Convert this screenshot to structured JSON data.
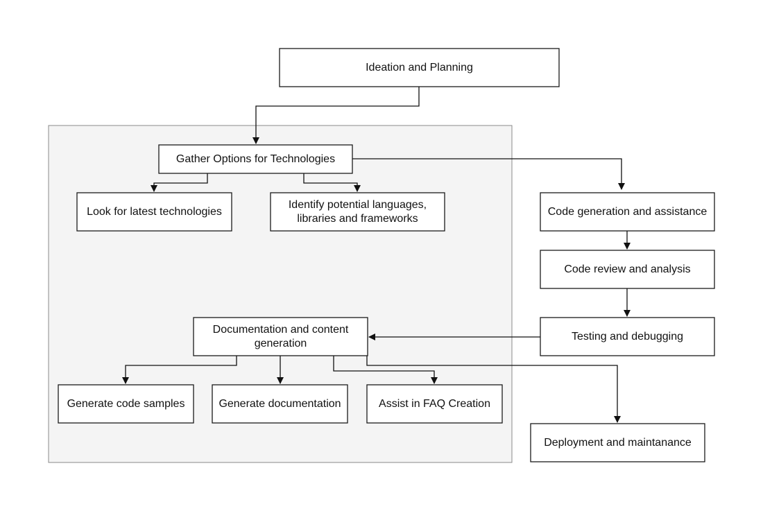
{
  "diagram": {
    "nodes": {
      "ideation": {
        "lines": [
          "Ideation and Planning"
        ]
      },
      "gather": {
        "lines": [
          "Gather Options for Technologies"
        ]
      },
      "latest": {
        "lines": [
          "Look for latest technologies"
        ]
      },
      "identify": {
        "lines": [
          "Identify potential languages,",
          "libraries and frameworks"
        ]
      },
      "codegen": {
        "lines": [
          "Code generation and assistance"
        ]
      },
      "review": {
        "lines": [
          "Code review and analysis"
        ]
      },
      "testing": {
        "lines": [
          "Testing and debugging"
        ]
      },
      "documentation": {
        "lines": [
          "Documentation and content",
          "generation"
        ]
      },
      "samples": {
        "lines": [
          "Generate code samples"
        ]
      },
      "gendoc": {
        "lines": [
          "Generate documentation"
        ]
      },
      "faq": {
        "lines": [
          "Assist in FAQ Creation"
        ]
      },
      "deploy": {
        "lines": [
          "Deployment and maintanance"
        ]
      }
    },
    "edges": [
      {
        "from": "ideation",
        "to": "gather"
      },
      {
        "from": "gather",
        "to": "latest"
      },
      {
        "from": "gather",
        "to": "identify"
      },
      {
        "from": "gather",
        "to": "codegen"
      },
      {
        "from": "codegen",
        "to": "review"
      },
      {
        "from": "review",
        "to": "testing"
      },
      {
        "from": "testing",
        "to": "documentation"
      },
      {
        "from": "documentation",
        "to": "samples"
      },
      {
        "from": "documentation",
        "to": "gendoc"
      },
      {
        "from": "documentation",
        "to": "faq"
      },
      {
        "from": "documentation",
        "to": "deploy"
      }
    ],
    "colors": {
      "panel_fill": "#f4f4f4",
      "panel_border": "#8a8a8a",
      "box_fill": "#ffffff",
      "box_border": "#1a1a1a",
      "text": "#111111",
      "arrow": "#111111"
    }
  }
}
